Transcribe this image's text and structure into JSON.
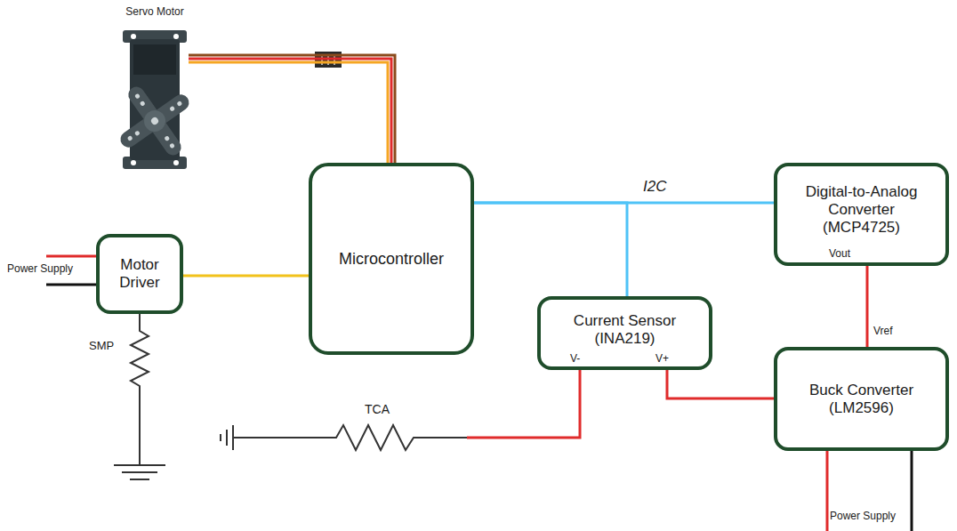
{
  "diagram": {
    "nodes": [
      {
        "text": [
          "Servo Motor"
        ]
      },
      {
        "text": [
          "Microcontroller"
        ]
      },
      {
        "text": [
          "Digital-to-Analog Converter (MCP4725)"
        ]
      },
      {
        "text": [
          "Motor Driver"
        ]
      },
      {
        "text": [
          "Current Sensor (INA219)"
        ]
      },
      {
        "text": [
          "Buck Converter (LM2596)"
        ]
      }
    ],
    "edges": [
      {
        "from": 0,
        "to": 1,
        "arrow": "none"
      },
      {
        "from": 3,
        "to": 1,
        "arrow": "none"
      },
      {
        "from": 1,
        "to": 2,
        "arrow": "none"
      },
      {
        "from": 1,
        "to": 4,
        "arrow": "none"
      },
      {
        "from": 2,
        "to": 5,
        "arrow": "none"
      },
      {
        "from": 4,
        "to": 5,
        "arrow": "none"
      }
    ],
    "labels": [
      "Power Supply",
      "SMP",
      "I2C",
      "V-",
      "V+",
      "Vout",
      "Vref",
      "TCA",
      "Power Supply"
    ]
  }
}
